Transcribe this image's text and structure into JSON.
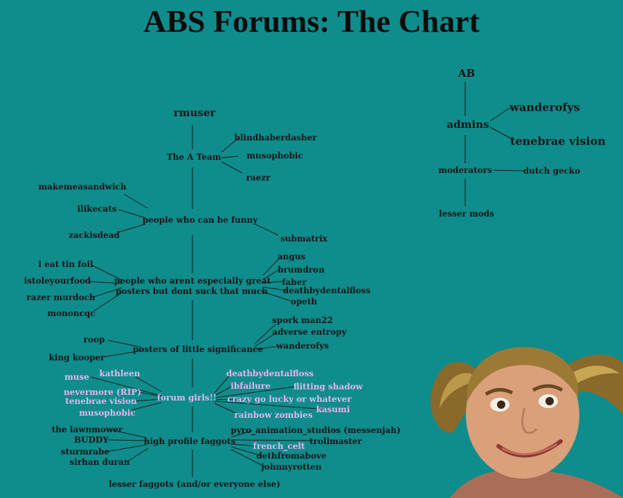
{
  "title": "ABS Forums: The Chart",
  "colors": {
    "background": "#0f8c8c",
    "text": "#141414",
    "pink_names": "#e7b6f1",
    "lines": "#1a1a1a"
  },
  "nodes": {
    "rmuser": "rmuser",
    "a_team": "The A Team",
    "blindhaberdasher": "blindhaberdasher",
    "musophobic": "musophobic",
    "raezr": "raezr",
    "makemeasandwich": "makemeasandwich",
    "ilikecats": "ilikecats",
    "zackisdead": "zackisdead",
    "funny": "people who can be funny",
    "submatrix": "submatrix",
    "great_line1": "people who arent especially great",
    "great_line2": "posters but dont suck that much",
    "eat_tin_foil": "i eat tin foil",
    "istoleyourfood": "istoleyourfood",
    "razer_murdoch": "razer murdoch",
    "mononcqc": "mononcqc",
    "angus": "angus",
    "brumdron": "brumdron",
    "faber": "faber",
    "deathbydentalfloss_1": "deathbydentalfloss",
    "opeth": "opeth",
    "little_sig": "posters of little significance",
    "roop": "roop",
    "king_kooper": "king kooper",
    "spork_man22": "spork man22",
    "adverse_entropy": "adverse entropy",
    "wanderofys_1": "wanderofys",
    "forum_girls": "forum girls!!",
    "muse": "muse",
    "kathleen": "kathleen",
    "nevermore": "nevermore (RIP)",
    "tenebrae_1": "tenebrae vision",
    "musophobic_2": "musophobic",
    "deathbydentalfloss_2": "deathbydentalfloss",
    "ibfailure": "ibfailure",
    "flitting_shadow": "flitting shadow",
    "crazy_go_lucky": "crazy go lucky or whatever",
    "kasumi": "kasumi",
    "rainbow_zombies": "rainbow zombies",
    "high_profile": "high profile faggots",
    "lawnmower": "the lawnmower",
    "buddy": "BUDDY",
    "sturmrabe": "sturmrabe",
    "sirhan_duran": "sirhan duran",
    "pyro": "pyro_animation_studios (messenjah)",
    "trollmaster": "trollmaster",
    "french_celt": "french_celt",
    "dethfromabove": "dethfromabove",
    "johnnyrotten": "johnnyrotten",
    "lesser_faggots": "lesser faggots (and/or everyone else)",
    "ab": "AB",
    "admins": "admins",
    "wanderofys_2": "wanderofys",
    "tenebrae_2": "tenebrae vision",
    "moderators": "moderators",
    "dutch_gecko": "dutch gecko",
    "lesser_mods": "lesser mods"
  },
  "photo": {
    "icon": "smiling-person-with-pigtails-photo"
  }
}
